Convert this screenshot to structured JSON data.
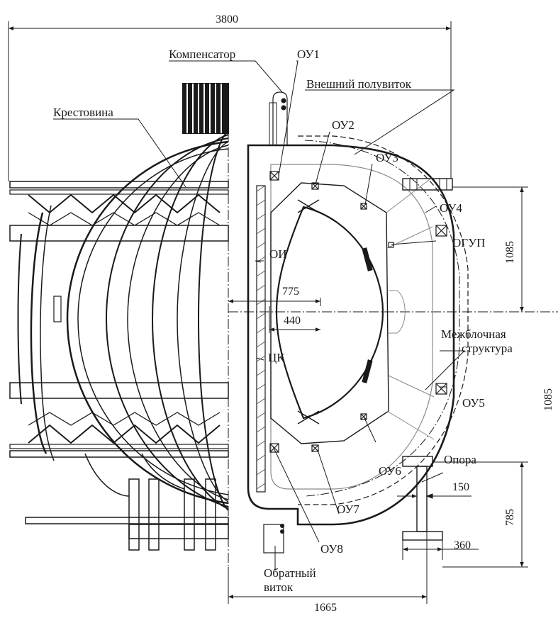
{
  "colors": {
    "line": "#1a1a1a",
    "light": "#8a8a8a",
    "hatch": "#555555"
  },
  "labels": {
    "kompensator": "Компенсатор",
    "ou1": "ОУ1",
    "vneshniy": "Внешний полувиток",
    "krestovina": "Крестовина",
    "ou2": "ОУ2",
    "ou3": "ОУ3",
    "ou4": "ОУ4",
    "ogup": "ОГУП",
    "oi": "ОИ",
    "mezhblochnaya_1": "Межблочная",
    "mezhblochnaya_2": "структура",
    "ck": "ЦК",
    "ou5": "ОУ5",
    "ou6": "ОУ6",
    "opora": "Опора",
    "ou7": "ОУ7",
    "ou8": "ОУ8",
    "obratny_1": "Обратный",
    "obratny_2": "виток"
  },
  "dimensions": {
    "total_width": "3800",
    "r_775": "775",
    "r_440": "440",
    "h_upper": "1085",
    "h_lower": "1085",
    "h_785": "785",
    "w_150": "150",
    "w_360": "360",
    "w_1665": "1665"
  }
}
